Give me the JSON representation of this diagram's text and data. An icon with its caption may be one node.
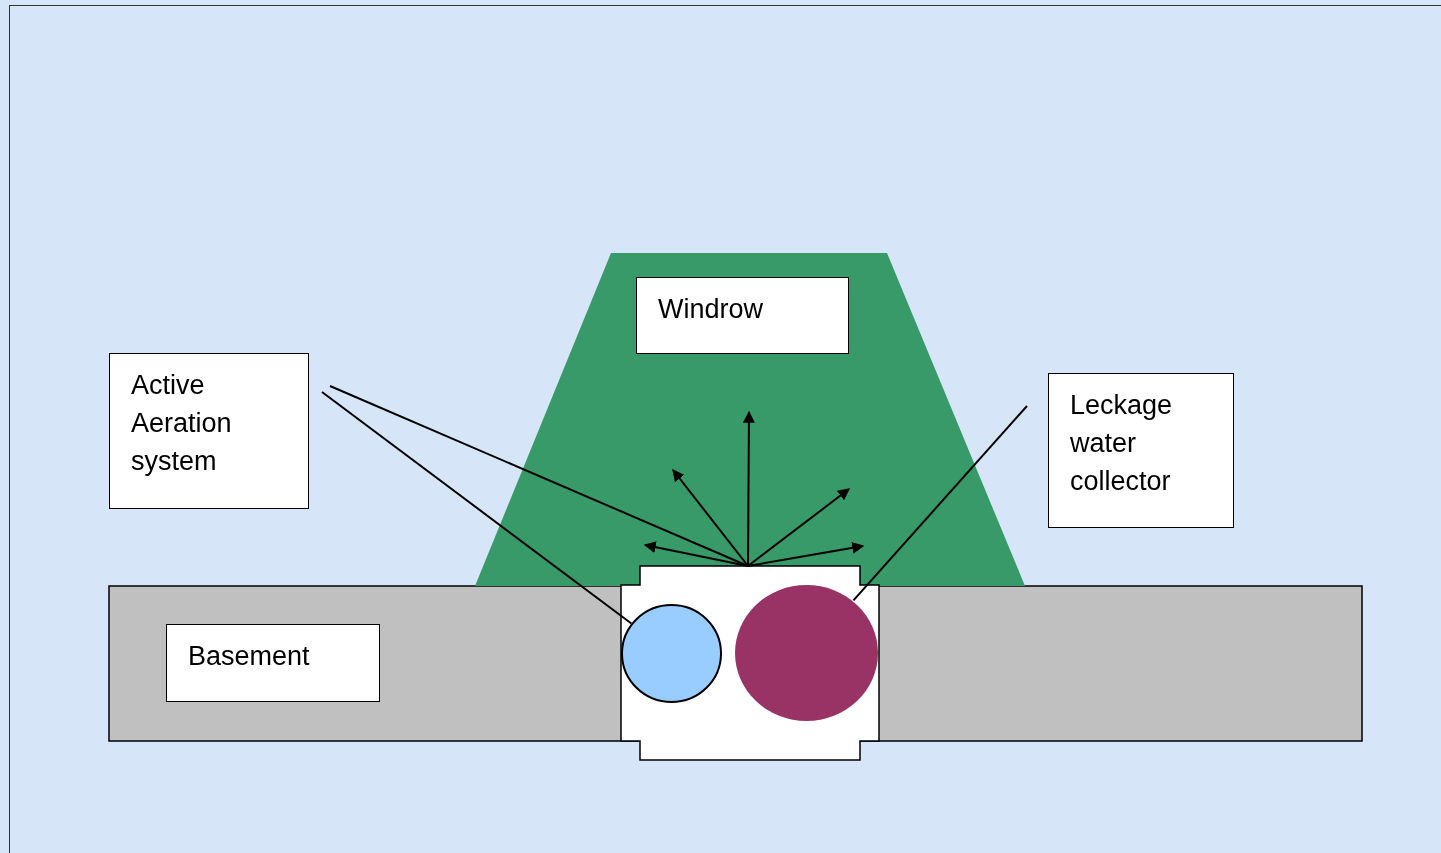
{
  "diagram": {
    "nodes": [
      {
        "text": [],
        "shape": "trapezoid"
      },
      {
        "text": [
          "Windrow"
        ],
        "in": 0
      },
      {
        "text": [],
        "shape": "bar"
      },
      {
        "text": [
          "Basement"
        ],
        "in": 2
      },
      {
        "text": [],
        "shape": "box"
      },
      {
        "text": [],
        "shape": "circle"
      },
      {
        "text": [],
        "shape": "circle"
      },
      {
        "text": [
          "Active Aeration system"
        ]
      },
      {
        "text": [
          "Leckage water collector"
        ]
      }
    ],
    "edges": [
      {
        "from": 7,
        "to": 4,
        "arrow": "none"
      },
      {
        "from": 7,
        "to": 5,
        "arrow": "none"
      },
      {
        "from": 8,
        "to": 6,
        "arrow": "none"
      },
      {
        "from": 4,
        "to": null,
        "arrow": "to"
      },
      {
        "from": 4,
        "to": null,
        "arrow": "to"
      },
      {
        "from": 4,
        "to": null,
        "arrow": "to"
      },
      {
        "from": 4,
        "to": null,
        "arrow": "to"
      },
      {
        "from": 4,
        "to": null,
        "arrow": "to"
      }
    ]
  }
}
